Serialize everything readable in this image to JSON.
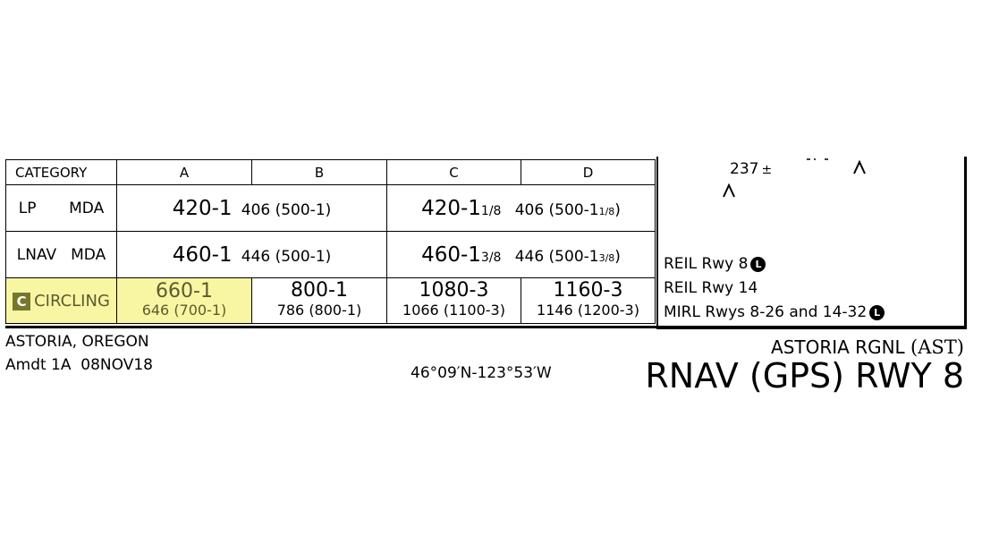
{
  "minimums": {
    "headers": {
      "category": "CATEGORY",
      "a": "A",
      "b": "B",
      "c": "C",
      "d": "D"
    },
    "lp": {
      "label_type": "LP",
      "label_mda": "MDA",
      "ab_main": "420-1",
      "ab_sub": "406 (500-1)",
      "cd_main": "420-1",
      "cd_frac": "1/8",
      "cd_sub": "406 (500-1",
      "cd_sub_frac": "1/8",
      "cd_sub_end": ")"
    },
    "lnav": {
      "label_type": "LNAV",
      "label_mda": "MDA",
      "ab_main": "460-1",
      "ab_sub": "446 (500-1)",
      "cd_main": "460-1",
      "cd_frac": "3/8",
      "cd_sub": "446 (500-1",
      "cd_sub_frac": "3/8",
      "cd_sub_end": ")"
    },
    "circling": {
      "badge": "C",
      "label": "CIRCLING",
      "a_main": "660-1",
      "a_sub": "646 (700-1)",
      "b_main": "800-1",
      "b_sub": "786 (800-1)",
      "c_main": "1080-3",
      "c_sub": "1066 (1100-3)",
      "d_main": "1160-3",
      "d_sub": "1146 (1200-3)"
    }
  },
  "airport_info": {
    "elev_label": "237",
    "elev_sym": "±",
    "lighting": [
      {
        "text": "REIL Rwy 8",
        "marker": "L"
      },
      {
        "text": "REIL Rwy 14",
        "marker": ""
      },
      {
        "text": "MIRL Rwys 8-26 and 14-32",
        "marker": "L"
      }
    ]
  },
  "footer": {
    "city": "ASTORIA, OREGON",
    "amdt": "Amdt 1A  08NOV18",
    "coords": "46°09′N-123°53′W",
    "airport_name": "ASTORIA RGNL",
    "airport_id": "(AST)",
    "procedure": "RNAV (GPS) RWY 8"
  },
  "colors": {
    "circling_highlight": "#f8f6a3",
    "badge": "#77772d"
  }
}
